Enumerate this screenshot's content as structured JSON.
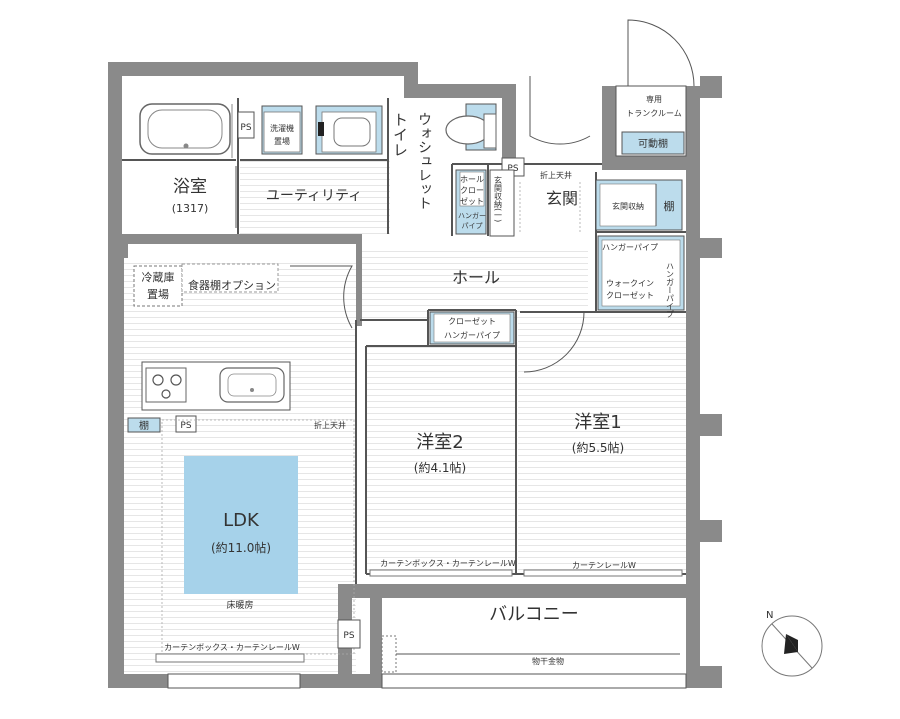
{
  "rooms": {
    "bath": {
      "name": "浴室",
      "sub": "(1317)"
    },
    "utility": {
      "name": "ユーティリティ"
    },
    "toilet": {
      "name": "トイレ",
      "aux": "ウォシュレット"
    },
    "hall": {
      "name": "ホール"
    },
    "entrance": {
      "name": "玄関"
    },
    "ldk": {
      "name": "LDK",
      "sub": "(約11.0帖)"
    },
    "room1": {
      "name": "洋室1",
      "sub": "(約5.5帖)"
    },
    "room2": {
      "name": "洋室2",
      "sub": "(約4.1帖)"
    },
    "balcony": {
      "name": "バルコニー"
    }
  },
  "fixtures": {
    "ps": "PS",
    "washer": [
      "洗濯機",
      "置場"
    ],
    "fridge": [
      "冷蔵庫",
      "置場"
    ],
    "cupboard": "食器棚オプション",
    "trunk_room": [
      "専用",
      "トランクルーム"
    ],
    "movable_shelf": "可動棚",
    "ceiling_fold_1": "折上天井",
    "ceiling_fold_2": "折上天井",
    "hall_closet": [
      "ホール",
      "クロー",
      "ゼット"
    ],
    "hanger_pipe_small": [
      "ハンガー",
      "パイプ"
    ],
    "entrance_storage_v": "玄関収納(一)",
    "entrance_storage": "玄関収納",
    "shelf": "棚",
    "hanger_pipe": "ハンガーパイプ",
    "walkin": [
      "ウォークイン",
      "クローゼット"
    ],
    "closet_r2": "クローゼット",
    "hanger_pipe_r2": "ハンガーパイプ",
    "curtain_r2": "カーテンボックス・カーテンレールW",
    "curtain_r1": "カーテンレールW",
    "curtain_ldk": "カーテンボックス・カーテンレールW",
    "floor_heating": "床暖房",
    "laundry_hardware": "物干金物",
    "shelf_ldk": "棚"
  },
  "compass": {
    "label": "N"
  },
  "colors": {
    "wall": "#8a8a8a",
    "accent_blue": "#bcdcec",
    "ldk_blue": "#a6d2ea",
    "line": "#555555"
  }
}
